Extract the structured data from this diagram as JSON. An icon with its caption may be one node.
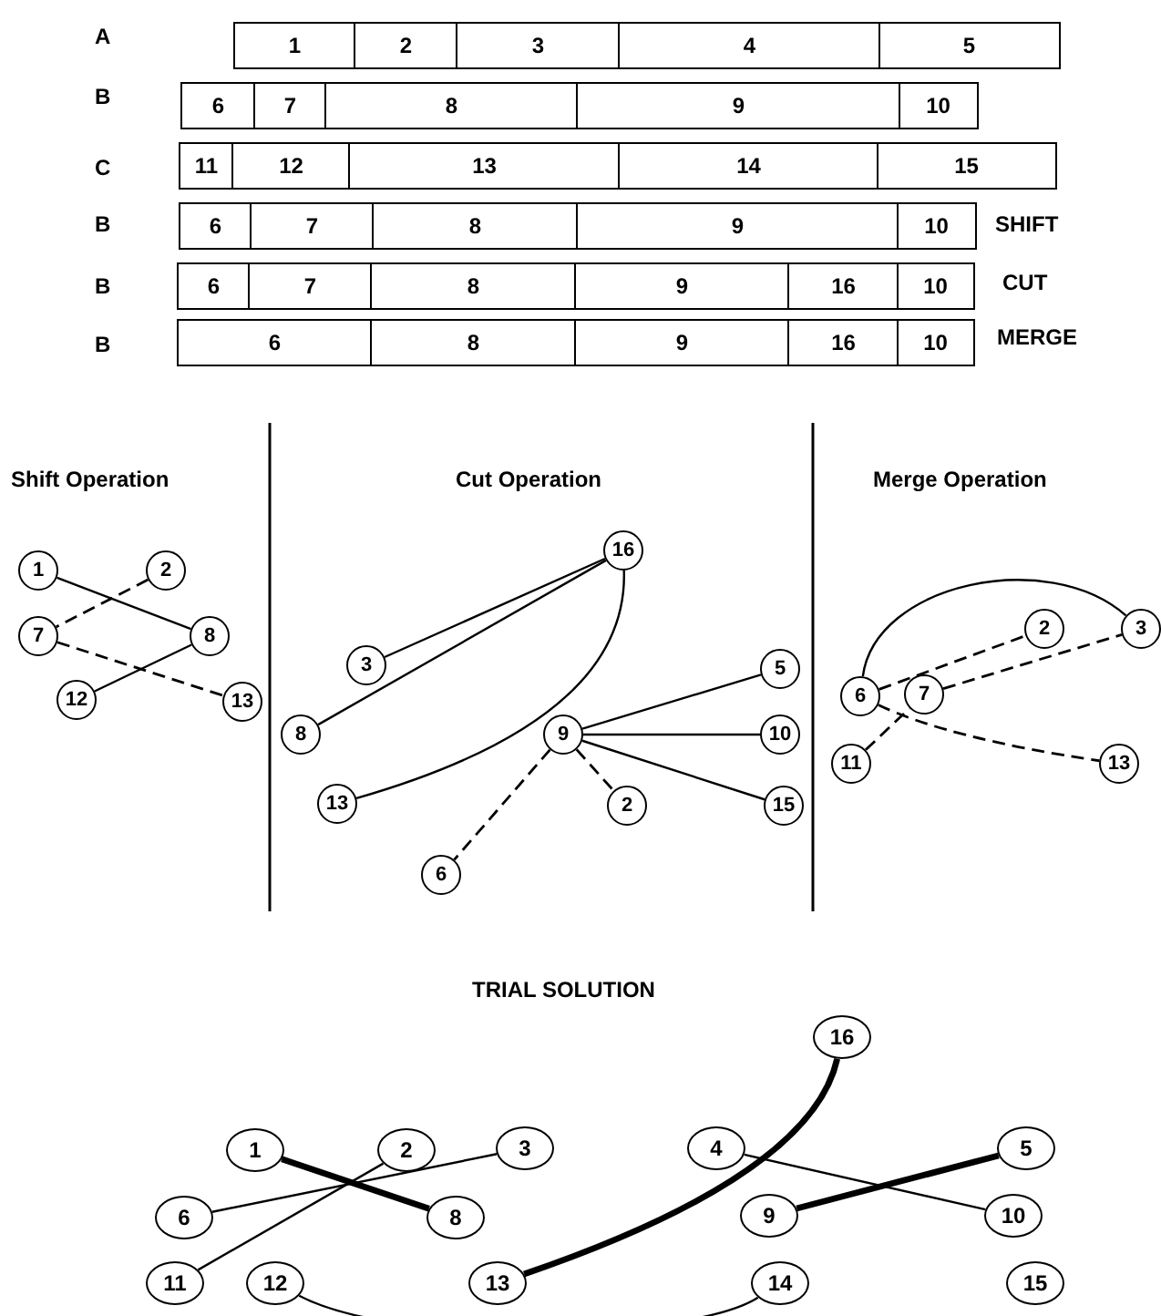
{
  "diagram": {
    "nodes": [
      {
        "text": [
          "1"
        ]
      },
      {
        "text": [
          "2"
        ]
      },
      {
        "text": [
          "3"
        ]
      },
      {
        "text": [
          "4"
        ]
      },
      {
        "text": [
          "5"
        ]
      },
      {
        "text": [
          "6"
        ]
      },
      {
        "text": [
          "7"
        ]
      },
      {
        "text": [
          "8"
        ]
      },
      {
        "text": [
          "9"
        ]
      },
      {
        "text": [
          "10"
        ]
      },
      {
        "text": [
          "11"
        ]
      },
      {
        "text": [
          "12"
        ]
      },
      {
        "text": [
          "13"
        ]
      },
      {
        "text": [
          "14"
        ]
      },
      {
        "text": [
          "15"
        ]
      },
      {
        "text": [
          "6"
        ]
      },
      {
        "text": [
          "7"
        ]
      },
      {
        "text": [
          "8"
        ]
      },
      {
        "text": [
          "9"
        ]
      },
      {
        "text": [
          "10"
        ]
      },
      {
        "text": [
          "6"
        ]
      },
      {
        "text": [
          "7"
        ]
      },
      {
        "text": [
          "8"
        ]
      },
      {
        "text": [
          "9"
        ]
      },
      {
        "text": [
          "16"
        ]
      },
      {
        "text": [
          "10"
        ]
      },
      {
        "text": [
          "6"
        ]
      },
      {
        "text": [
          "8"
        ]
      },
      {
        "text": [
          "9"
        ]
      },
      {
        "text": [
          "16"
        ]
      },
      {
        "text": [
          "10"
        ]
      },
      {
        "text": [
          "1"
        ]
      },
      {
        "text": [
          "2"
        ]
      },
      {
        "text": [
          "7"
        ]
      },
      {
        "text": [
          "8"
        ]
      },
      {
        "text": [
          "12"
        ]
      },
      {
        "text": [
          "13"
        ]
      },
      {
        "text": [
          "16"
        ]
      },
      {
        "text": [
          "3"
        ]
      },
      {
        "text": [
          "5"
        ]
      },
      {
        "text": [
          "8"
        ]
      },
      {
        "text": [
          "9"
        ]
      },
      {
        "text": [
          "10"
        ]
      },
      {
        "text": [
          "13"
        ]
      },
      {
        "text": [
          "2"
        ]
      },
      {
        "text": [
          "15"
        ]
      },
      {
        "text": [
          "6"
        ]
      },
      {
        "text": [
          "2"
        ]
      },
      {
        "text": [
          "3"
        ]
      },
      {
        "text": [
          "6"
        ]
      },
      {
        "text": [
          "7"
        ]
      },
      {
        "text": [
          "11"
        ]
      },
      {
        "text": [
          "13"
        ]
      },
      {
        "text": [
          "16"
        ]
      },
      {
        "text": [
          "1"
        ]
      },
      {
        "text": [
          "2"
        ]
      },
      {
        "text": [
          "3"
        ]
      },
      {
        "text": [
          "4"
        ]
      },
      {
        "text": [
          "5"
        ]
      },
      {
        "text": [
          "6"
        ]
      },
      {
        "text": [
          "8"
        ]
      },
      {
        "text": [
          "9"
        ]
      },
      {
        "text": [
          "10"
        ]
      },
      {
        "text": [
          "11"
        ]
      },
      {
        "text": [
          "12"
        ]
      },
      {
        "text": [
          "13"
        ]
      },
      {
        "text": [
          "14"
        ]
      },
      {
        "text": [
          "15"
        ]
      }
    ],
    "edges": [
      {
        "from": 31,
        "to": 34,
        "arrow": "none"
      },
      {
        "from": 32,
        "to": 33,
        "arrow": "none",
        "style": "dashed"
      },
      {
        "from": 33,
        "to": 36,
        "arrow": "none",
        "style": "dashed"
      },
      {
        "from": 35,
        "to": 34,
        "arrow": "none"
      },
      {
        "from": 38,
        "to": 37,
        "arrow": "none"
      },
      {
        "from": 40,
        "to": 37,
        "arrow": "none"
      },
      {
        "from": 43,
        "to": 37,
        "arrow": "none"
      },
      {
        "from": 41,
        "to": 39,
        "arrow": "none"
      },
      {
        "from": 41,
        "to": 42,
        "arrow": "none"
      },
      {
        "from": 41,
        "to": 45,
        "arrow": "none"
      },
      {
        "from": 41,
        "to": 44,
        "arrow": "none",
        "style": "dashed"
      },
      {
        "from": 41,
        "to": 46,
        "arrow": "none",
        "style": "dashed"
      },
      {
        "from": 49,
        "to": 48,
        "arrow": "none"
      },
      {
        "from": 49,
        "to": 47,
        "arrow": "none",
        "style": "dashed"
      },
      {
        "from": 50,
        "to": 48,
        "arrow": "none",
        "style": "dashed"
      },
      {
        "from": 51,
        "to": 50,
        "arrow": "none",
        "style": "dashed"
      },
      {
        "from": 49,
        "to": 52,
        "arrow": "none",
        "style": "dashed"
      },
      {
        "from": 54,
        "to": 60,
        "arrow": "none",
        "style": "thick"
      },
      {
        "from": 55,
        "to": 63,
        "arrow": "none"
      },
      {
        "from": 56,
        "to": 59,
        "arrow": "none"
      },
      {
        "from": 65,
        "to": 53,
        "arrow": "none",
        "style": "thick"
      },
      {
        "from": 57,
        "to": 62,
        "arrow": "none"
      },
      {
        "from": 61,
        "to": 58,
        "arrow": "none",
        "style": "thick"
      },
      {
        "from": 64,
        "to": 66,
        "arrow": "none"
      }
    ],
    "labels": [
      "A",
      "B",
      "C",
      "B",
      "SHIFT",
      "B",
      "CUT",
      "B",
      "MERGE",
      "Shift Operation",
      "Cut Operation",
      "Merge Operation",
      "TRIAL SOLUTION"
    ]
  }
}
